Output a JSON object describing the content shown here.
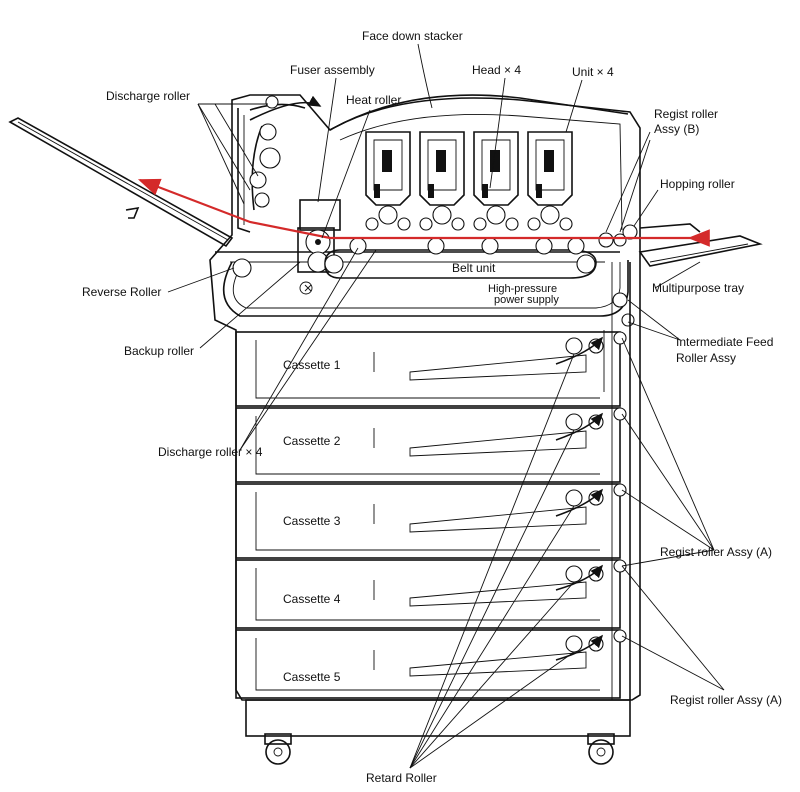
{
  "labels": {
    "face_down_stacker": "Face down stacker",
    "fuser_assembly": "Fuser  assembly",
    "head": "Head × 4",
    "unit": "Unit × 4",
    "discharge_roller": "Discharge roller",
    "heat_roller": "Heat roller",
    "regist_roller_b_line1": "Regist roller",
    "regist_roller_b_line2": "Assy (B)",
    "hopping_roller": "Hopping roller",
    "belt_unit": "Belt unit",
    "high_pressure_line1": "High-pressure",
    "high_pressure_line2": "power supply",
    "reverse_roller": "Reverse Roller",
    "multipurpose_tray": "Multipurpose tray",
    "backup_roller": "Backup roller",
    "intermediate_feed_line1": "Intermediate Feed",
    "intermediate_feed_line2": "Roller Assy",
    "discharge_roller_x4": "Discharge roller × 4",
    "regist_roller_a_upper": "Regist roller Assy (A)",
    "regist_roller_a_lower": "Regist roller Assy (A)",
    "retard_roller": "Retard Roller"
  },
  "cassettes": [
    "Cassette 1",
    "Cassette 2",
    "Cassette 3",
    "Cassette 4",
    "Cassette 5"
  ],
  "colors": {
    "paper_path": "#d42a2a",
    "line": "#111111",
    "background": "#ffffff"
  }
}
